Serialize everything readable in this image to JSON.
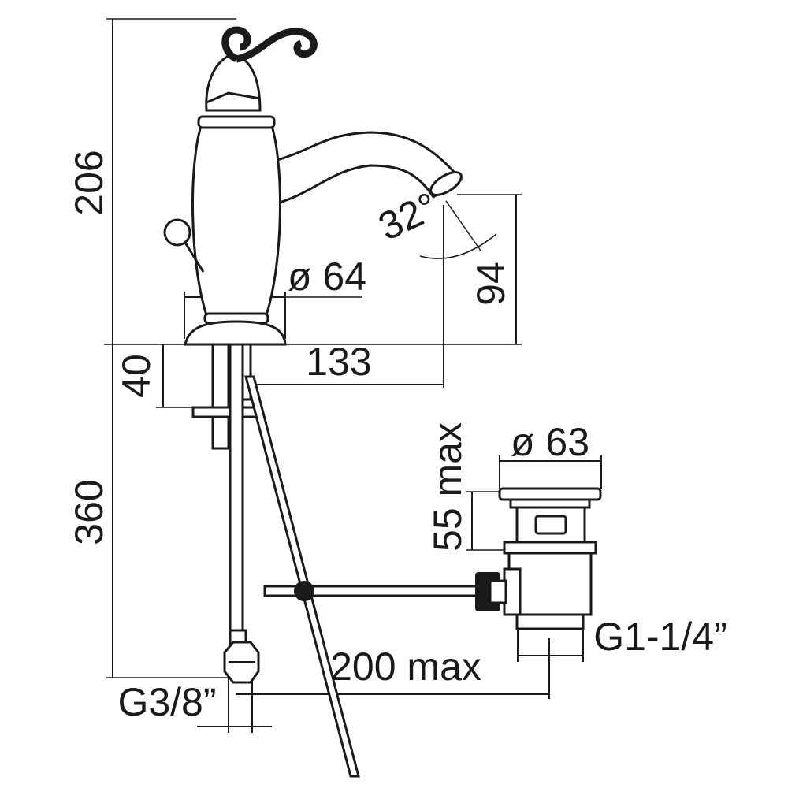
{
  "dimensions": {
    "height_total": "206",
    "spout_angle": "32°",
    "body_diameter": "ø 64",
    "spout_height": "94",
    "spout_reach": "133",
    "shank_length": "40",
    "hose_length": "360",
    "waste_diameter": "ø 63",
    "waste_height": "55 max",
    "rod_length": "200 max",
    "waste_thread": "G1-1/4”",
    "hose_thread": "G3/8”"
  },
  "colors": {
    "line": "#1a1a1a",
    "background": "#ffffff"
  },
  "icons": [
    "faucet-body",
    "lever-handle-scroll",
    "pop-up-knob",
    "spout",
    "flexible-hose",
    "pop-up-waste",
    "lift-rod"
  ]
}
